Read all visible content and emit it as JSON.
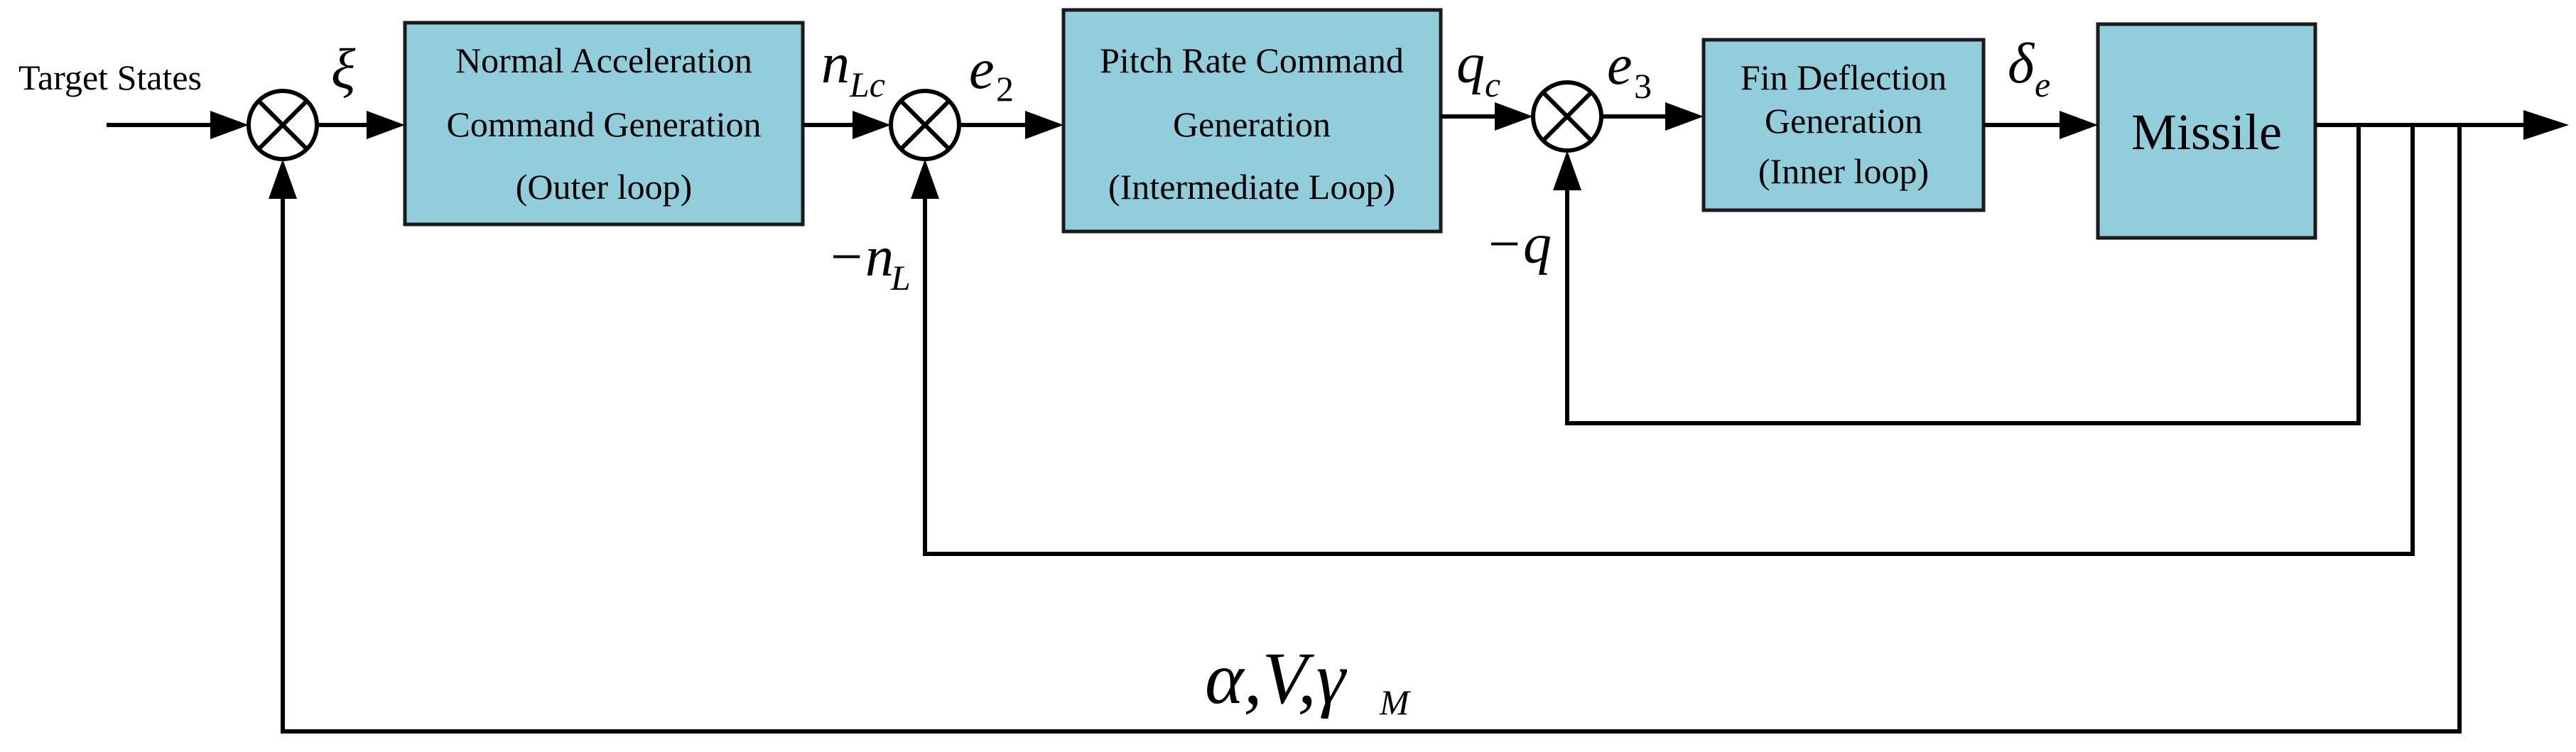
{
  "input_label": "Target States",
  "blocks": {
    "outer": {
      "line1": "Normal Acceleration",
      "line2": "Command Generation",
      "line3": "(Outer loop)"
    },
    "intermediate": {
      "line1": "Pitch Rate Command",
      "line2": "Generation",
      "line3": "(Intermediate Loop)"
    },
    "inner": {
      "line1": "Fin Deflection",
      "line2": "Generation",
      "line3": "(Inner loop)"
    },
    "plant": {
      "label": "Missile"
    }
  },
  "signals": {
    "xi": "ξ",
    "n_lc_main": "n",
    "n_lc_sub": "Lc",
    "e2_main": "e",
    "e2_sub": "2",
    "q_c_main": "q",
    "q_c_sub": "c",
    "e3_main": "e",
    "e3_sub": "3",
    "delta_e_main": "δ",
    "delta_e_sub": "e",
    "neg_n_l_main": "−n",
    "neg_n_l_sub": "L",
    "neg_q": "−q",
    "feedback_main": "α,V,γ",
    "feedback_sub": "M"
  }
}
